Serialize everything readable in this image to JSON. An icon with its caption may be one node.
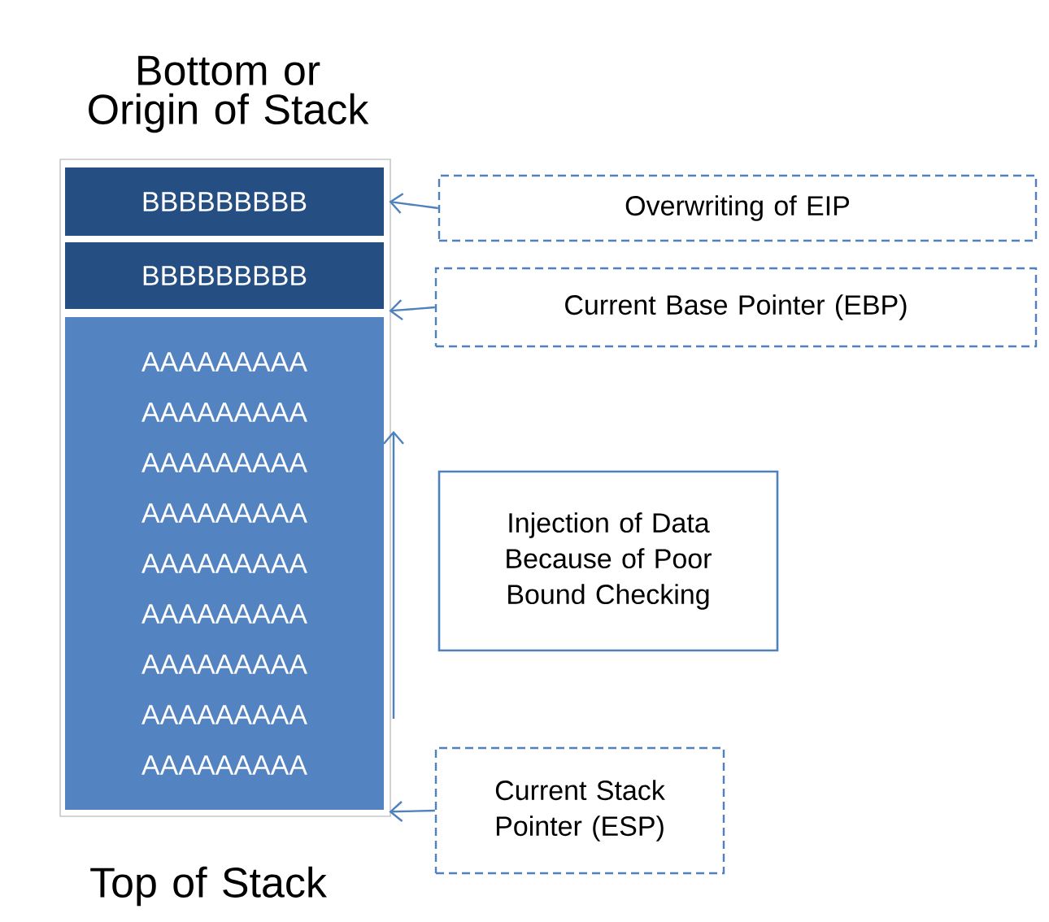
{
  "diagram": {
    "nodes": [
      {
        "text": [
          "BBBBBBBBB"
        ]
      },
      {
        "text": [
          "BBBBBBBBB"
        ]
      },
      {
        "text": [
          "AAAAAAAAA",
          "AAAAAAAAA",
          "AAAAAAAAA",
          "AAAAAAAAA",
          "AAAAAAAAA",
          "AAAAAAAAA",
          "AAAAAAAAA",
          "AAAAAAAAA",
          "AAAAAAAAA"
        ]
      },
      {
        "text": [
          "Overwriting of EIP"
        ]
      },
      {
        "text": [
          "Current Base Pointer (EBP)"
        ]
      },
      {
        "text": [
          "Injection of Data Because of Poor Bound Checking"
        ]
      },
      {
        "text": [
          "Current Stack Pointer (ESP)"
        ]
      }
    ],
    "edges": [
      {
        "from": 3,
        "to": 0,
        "arrow": "to"
      },
      {
        "from": 4,
        "to": 1,
        "arrow": "to"
      },
      {
        "from": 6,
        "to": 2,
        "arrow": "to"
      }
    ],
    "labels": [
      "Bottom or Origin of Stack",
      "Top of Stack"
    ]
  }
}
